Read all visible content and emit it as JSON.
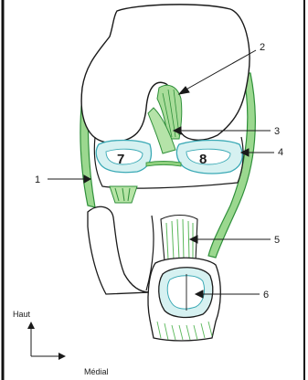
{
  "labels": {
    "n1": "1",
    "n2": "2",
    "n3": "3",
    "n4": "4",
    "n5": "5",
    "n6": "6",
    "n7": "7",
    "n8": "8"
  },
  "orientation": {
    "up": "Haut",
    "right": "Médial"
  },
  "colors": {
    "outline": "#1a1a1a",
    "ligament": "#5bb85b",
    "ligament_dark": "#2f8f3a",
    "meniscus": "#7fcfd0",
    "meniscus_line": "#3aa9b5",
    "frame": "#111111"
  }
}
